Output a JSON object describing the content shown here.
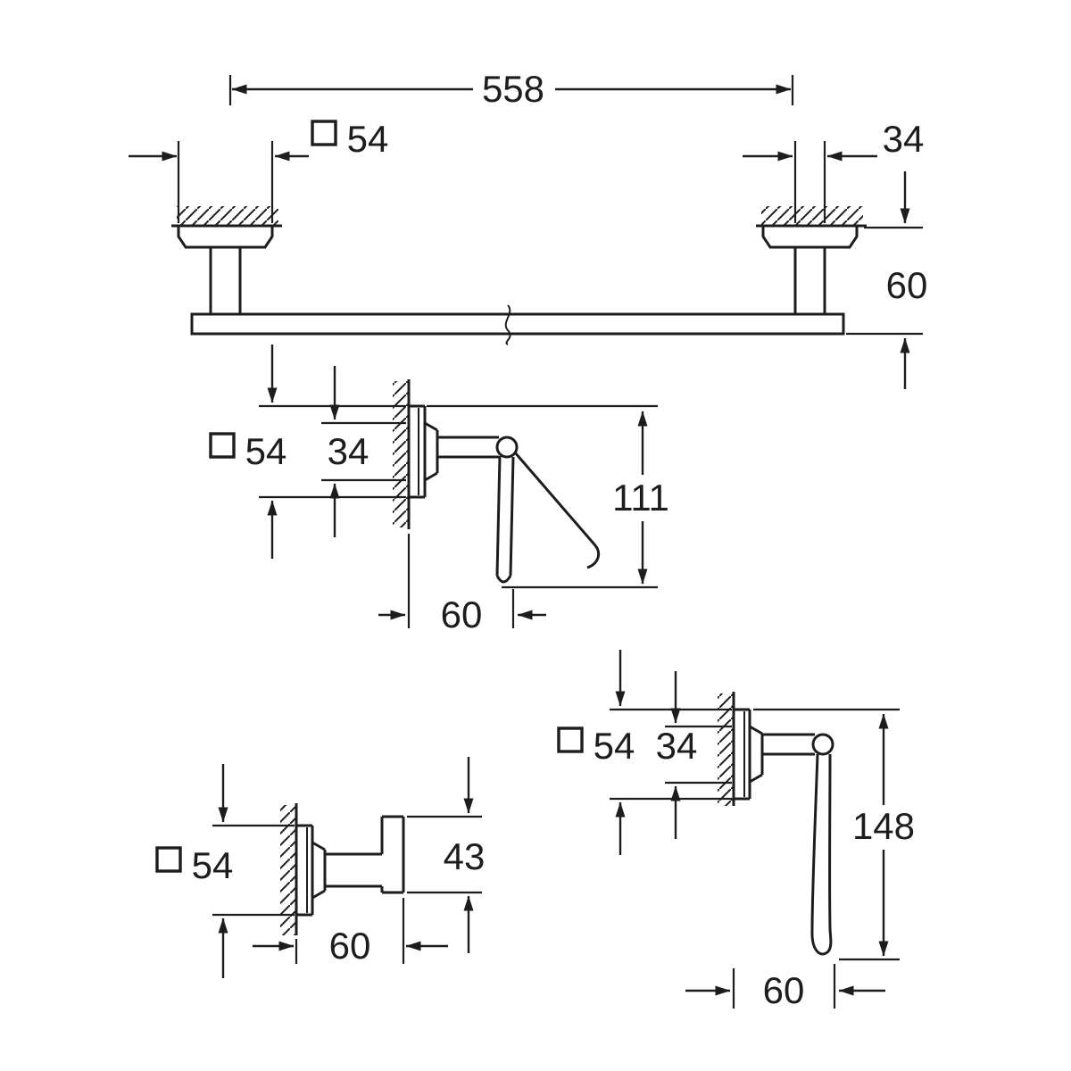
{
  "page": {
    "background": "#ffffff",
    "line_color": "#1d1d1b",
    "text_color": "#1d1d1b"
  },
  "icons": {
    "square_marker": "□"
  },
  "views": {
    "towel_bar": {
      "dims": {
        "overall": "558",
        "plate": "54",
        "post": "34",
        "projection": "60"
      }
    },
    "paper_holder": {
      "dims": {
        "plate": "54",
        "post": "34",
        "height": "111",
        "projection": "60"
      }
    },
    "hook": {
      "dims": {
        "plate": "54",
        "height": "43",
        "projection": "60"
      }
    },
    "towel_ring": {
      "dims": {
        "plate": "54",
        "post": "34",
        "height": "148",
        "projection": "60"
      }
    }
  }
}
